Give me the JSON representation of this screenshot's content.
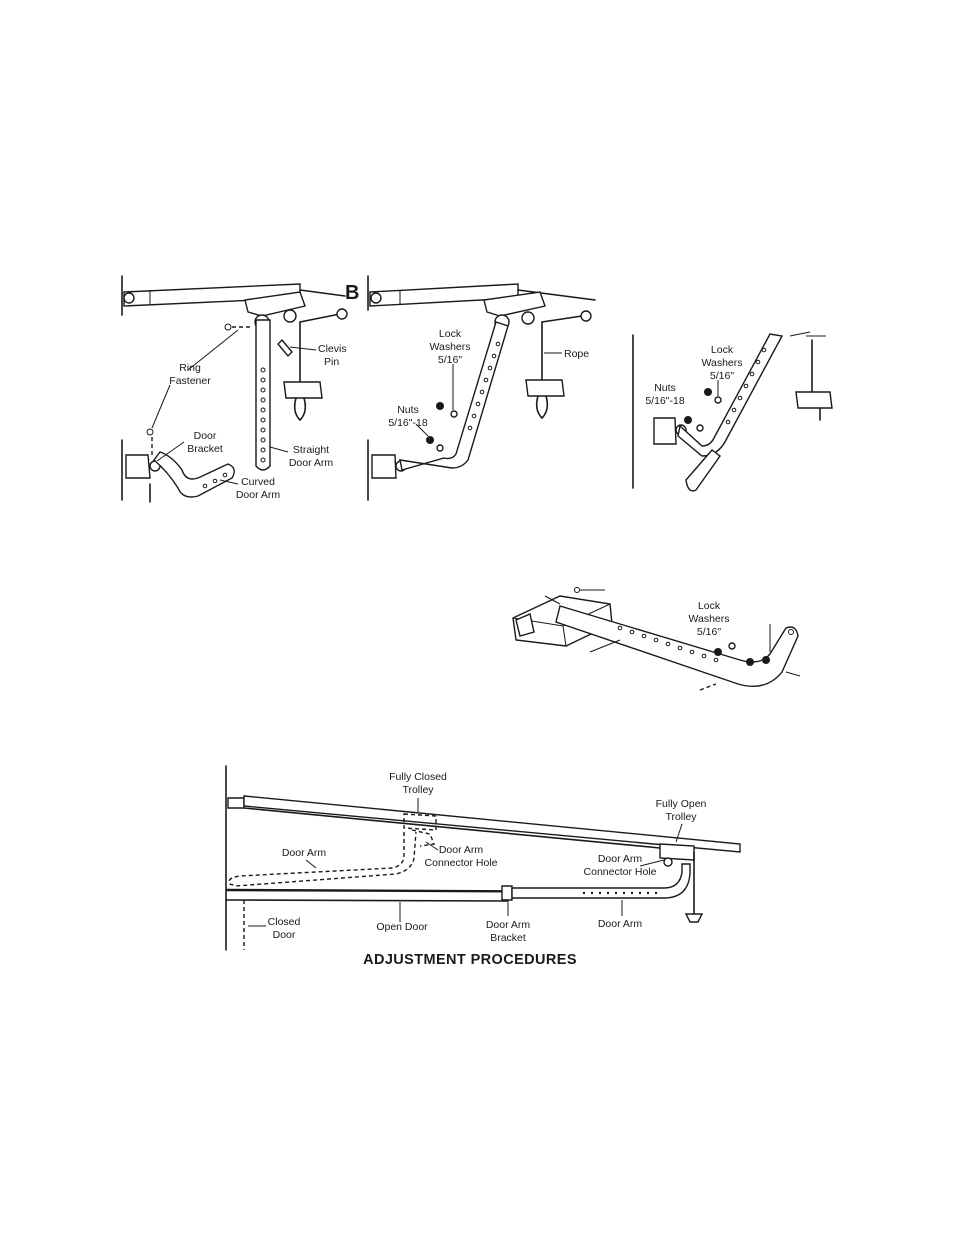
{
  "panel_a": {
    "letter": "B",
    "labels": {
      "ring_fastener": [
        "Ring",
        "Fastener"
      ],
      "clevis_pin": [
        "Clevis",
        "Pin"
      ],
      "door_bracket": [
        "Door",
        "Bracket"
      ],
      "straight_door_arm": [
        "Straight",
        "Door Arm"
      ],
      "curved_door_arm": [
        "Curved",
        "Door Arm"
      ]
    }
  },
  "panel_b": {
    "labels": {
      "lock_washers": [
        "Lock",
        "Washers",
        "5/16\""
      ],
      "rope": "Rope",
      "nuts": [
        "Nuts",
        "5/16\"-18"
      ]
    }
  },
  "panel_c": {
    "labels": {
      "lock_washers": [
        "Lock",
        "Washers",
        "5/16\""
      ],
      "nuts": [
        "Nuts",
        "5/16\"-18"
      ]
    }
  },
  "panel_d": {
    "labels": {
      "lock_washers": [
        "Lock",
        "Washers",
        "5/16\""
      ]
    }
  },
  "panel_e": {
    "labels": {
      "fully_closed_trolley": [
        "Fully Closed",
        "Trolley"
      ],
      "fully_open_trolley": [
        "Fully Open",
        "Trolley"
      ],
      "door_arm_left": "Door Arm",
      "door_arm_connector_left": [
        "Door Arm",
        "Connector Hole"
      ],
      "door_arm_connector_right": [
        "Door Arm",
        "Connector Hole"
      ],
      "closed_door": [
        "Closed",
        "Door"
      ],
      "open_door": "Open Door",
      "door_arm_bracket": [
        "Door Arm",
        "Bracket"
      ],
      "door_arm_right": "Door Arm"
    }
  },
  "caption": "ADJUSTMENT PROCEDURES"
}
